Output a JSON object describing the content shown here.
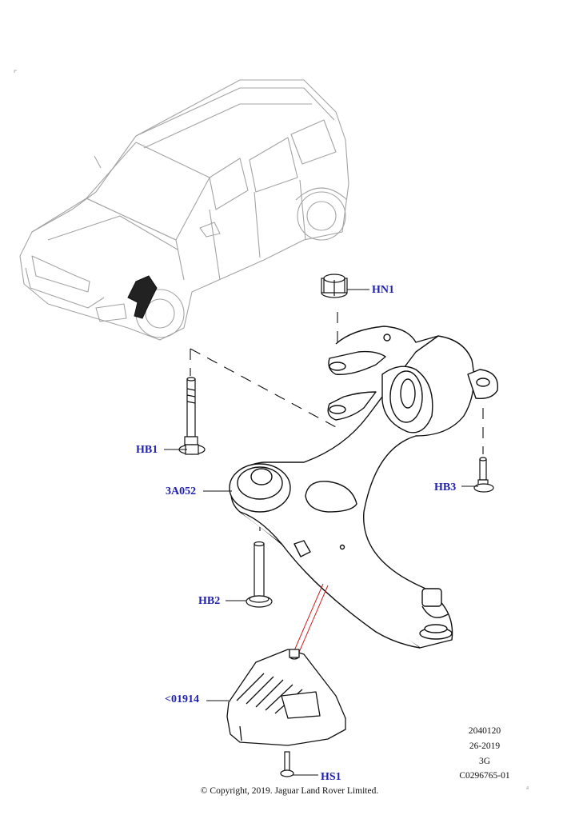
{
  "callouts": {
    "hn1": "HN1",
    "hb1": "HB1",
    "part_3a052": "3A052",
    "hb3": "HB3",
    "hb2": "HB2",
    "part_01914": "<01914",
    "hs1": "HS1"
  },
  "drawing_info": {
    "figure_number": "2040120",
    "date": "26-2019",
    "revision": "3G",
    "drawing_id": "C0296765-01"
  },
  "copyright": "© Copyright, 2019. Jaguar Land Rover Limited.",
  "colors": {
    "callout_text": "#1f1fb0",
    "leader_line": "#000000",
    "red_leader": "#d02020",
    "vehicle_outline": "#9a9a9a",
    "part_outline": "#111111"
  }
}
